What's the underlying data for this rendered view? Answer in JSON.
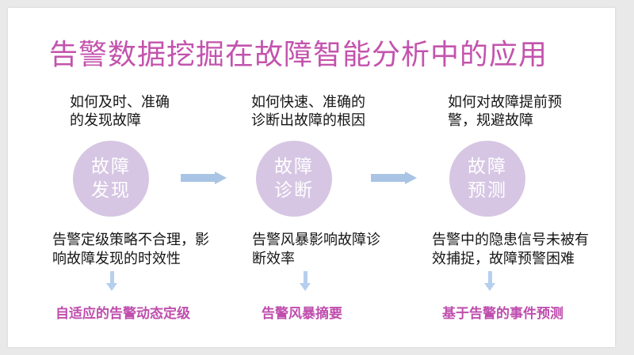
{
  "slide": {
    "title": "告警数据挖掘在故障智能分析中的应用"
  },
  "colors": {
    "title_magenta": "#c353ad",
    "solution_magenta": "#bf4ead",
    "circle_lavender": "#d6c6e3",
    "flow_arrow_blue": "#a9c4e4",
    "down_arrow_blue": "#b6cfee",
    "body_text": "#151515",
    "slide_background": "#ffffff",
    "page_background": "#e9e9e9"
  },
  "columns": [
    {
      "question_line1": "如何及时、准确",
      "question_line2": "的发现故障",
      "stage_line1": "故障",
      "stage_line2": "发现",
      "problem_line1": "告警定级策略不合理，影",
      "problem_line2": "响故障发现的时效性",
      "solution": "自适应的告警动态定级"
    },
    {
      "question_line1": "如何快速、准确的",
      "question_line2": "诊断出故障的根因",
      "stage_line1": "故障",
      "stage_line2": "诊断",
      "problem_line1": "告警风暴影响故障诊",
      "problem_line2": "断效率",
      "solution": "告警风暴摘要"
    },
    {
      "question_line1": "如何对故障提前预",
      "question_line2": "警，规避故障",
      "stage_line1": "故障",
      "stage_line2": "预测",
      "problem_line1": "告警中的隐患信号未被有",
      "problem_line2": "效捕捉，故障预警困难",
      "solution": "基于告警的事件预测"
    }
  ]
}
